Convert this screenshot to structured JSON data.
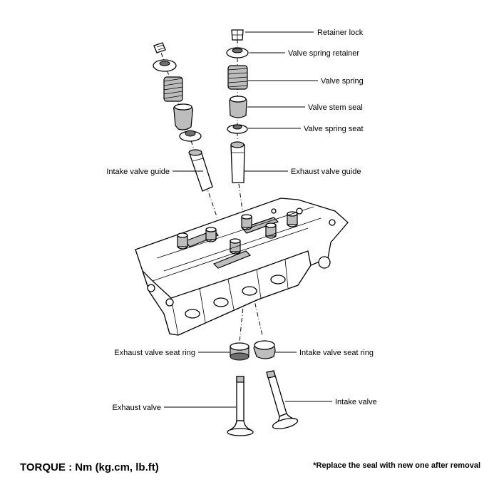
{
  "labels": {
    "retainer_lock": "Retainer lock",
    "valve_spring_retainer": "Valve spring retainer",
    "valve_spring": "Valve spring",
    "valve_stem_seal": "Valve stem seal",
    "valve_spring_seat": "Valve spring seat",
    "intake_valve_guide": "Intake valve guide",
    "exhaust_valve_guide": "Exhaust valve guide",
    "exhaust_valve_seat_ring": "Exhaust valve seat ring",
    "intake_valve_seat_ring": "Intake valve seat ring",
    "exhaust_valve": "Exhaust valve",
    "intake_valve": "Intake valve"
  },
  "footer": {
    "torque": "TORQUE : Nm (kg.cm, lb.ft)",
    "note": "*Replace the seal with new one after removal"
  }
}
